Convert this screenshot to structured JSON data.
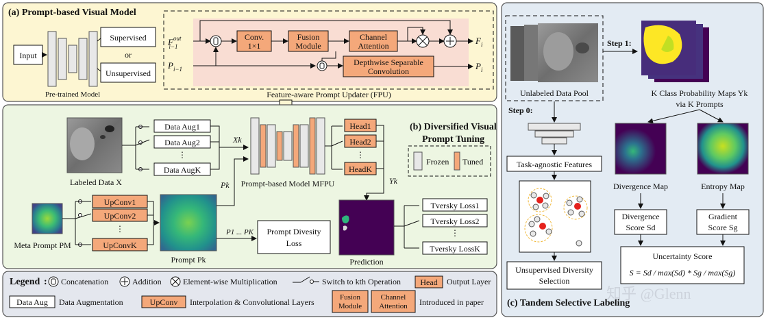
{
  "panel_a": {
    "title": "(a) Prompt-based Visual Model",
    "input": "Input",
    "supervised": "Supervised",
    "or": "or",
    "unsupervised": "Unsupervised",
    "pretrained": "Pre-trained Model",
    "f_in_base": "F",
    "f_in_sub": "i−1",
    "f_in_sup": "out",
    "p_in_base": "P",
    "p_in_sub": "i−1",
    "conv_line1": "Conv.",
    "conv_line2": "1×1",
    "fusion_line1": "Fusion",
    "fusion_line2": "Module",
    "channel_line1": "Channel",
    "channel_line2": "Attention",
    "dsc_line1": "Depthwise Separable",
    "dsc_line2": "Convolution",
    "f_out_base": "F",
    "f_out_sub": "i",
    "p_out_base": "P",
    "p_out_sub": "i",
    "fpu_caption": "Feature-aware Prompt Updater (FPU)"
  },
  "panel_b": {
    "title_line1": "(b) Diversified Visual",
    "title_line2": "Prompt Tuning",
    "labeled_data": "Labeled Data X",
    "aug1": "Data Aug1",
    "aug2": "Data Aug2",
    "augk": "Data AugK",
    "xk": "Xk",
    "pk": "Pk",
    "model_label": "Prompt-based Model MFPU",
    "head1": "Head1",
    "head2": "Head2",
    "headk": "HeadK",
    "yk": "Yk",
    "frozen": "Frozen",
    "tuned": "Tuned",
    "upconv1": "UpConv1",
    "upconv2": "UpConv2",
    "upconvk": "UpConvK",
    "meta_prompt": "Meta Prompt PM",
    "prompt_pk": "Prompt Pk",
    "p1pk": "P1 ... PK",
    "diversity_line1": "Prompt Divesity",
    "diversity_line2": "Loss",
    "prediction": "Prediction",
    "tversky1": "Tversky Loss1",
    "tversky2": "Tversky Loss2",
    "tverskyk": "Tversky LossK",
    "dots": "⋮"
  },
  "panel_c": {
    "title": "(c) Tandem Selective Labeling",
    "pool": "Unlabeled Data Pool",
    "step0": "Step 0:",
    "step1": "Step 1:",
    "task_agnostic": "Task-agnostic Features",
    "unsup_line1": "Unsupervised Diversity",
    "unsup_line2": "Selection",
    "kmaps_line1": "K Class Probability Maps Yk",
    "kmaps_line2": "via K Prompts",
    "divergence_map": "Divergence Map",
    "entropy_map": "Entropy Map",
    "div_score_line1": "Divergence",
    "div_score_line2": "Score Sd",
    "grad_score_line1": "Gradient",
    "grad_score_line2": "Score Sg",
    "uncertainty": "Uncertainty Score",
    "formula": "S = Sd / max(Sd) * Sg / max(Sg)"
  },
  "legend": {
    "title": "Legend",
    "concat": "Concatenation",
    "addition": "Addition",
    "elementwise": "Element-wise Multiplication",
    "switch": "Switch to kth Operation",
    "head": "Head",
    "output_layer": "Output Layer",
    "data_aug": "Data Aug",
    "data_aug_desc": "Data Augmentation",
    "upconv": "UpConv",
    "upconv_desc": "Interpolation & Convolutional Layers",
    "fusion_line1": "Fusion",
    "fusion_line2": "Module",
    "channel_line1": "Channel",
    "channel_line2": "Attention",
    "introduced": "Introduced in paper"
  },
  "watermark": "知乎 @Glenn",
  "colors": {
    "panel_a_bg": "#fdf6d2",
    "panel_b_bg": "#edf6e2",
    "panel_c_bg": "#e3ebf3",
    "legend_bg": "#e4e7ee",
    "orange": "#f4a87a",
    "fpu_pink": "#f9ddd3",
    "frozen": "#e8e8e8",
    "red_dot": "#e5211c",
    "dash_circle": "#f0b83a"
  }
}
